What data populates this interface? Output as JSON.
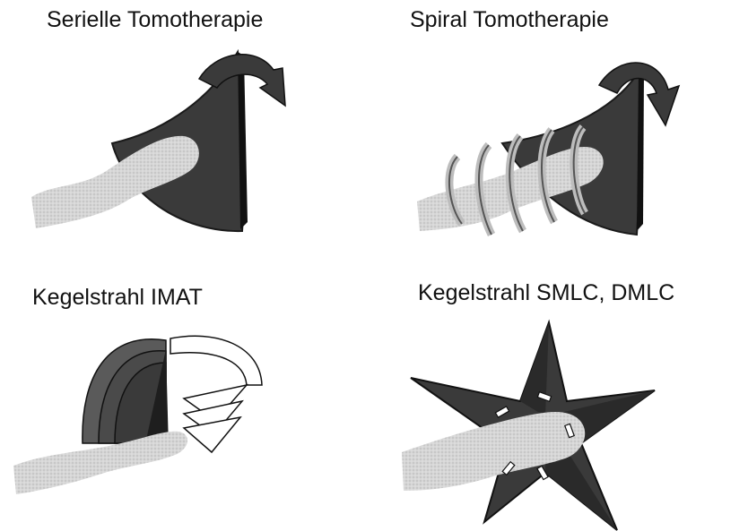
{
  "panels": [
    {
      "id": "serial",
      "title": "Serielle Tomotherapie"
    },
    {
      "id": "spiral",
      "title": "Spiral Tomotherapie"
    },
    {
      "id": "imat",
      "title": "Kegelstrahl IMAT"
    },
    {
      "id": "smlc",
      "title": "Kegelstrahl SMLC, DMLC"
    }
  ],
  "colors": {
    "beam_dark": "#3a3a3a",
    "beam_edge": "#1a1a1a",
    "patient": "#cfcfcf",
    "arrow_fill": "#ffffff"
  }
}
